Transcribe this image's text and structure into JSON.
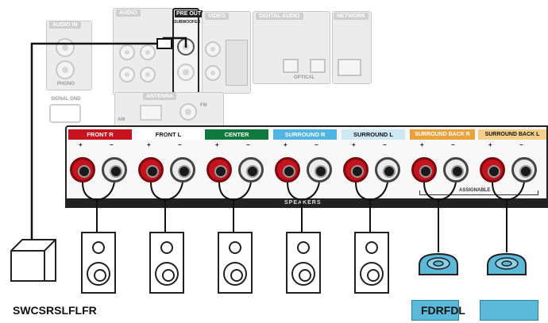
{
  "top_panel": {
    "audio_in_label": "AUDIO IN",
    "phono_label": "PHONO",
    "signal_gnd_label": "SIGNAL GND",
    "audio_header": "AUDIO",
    "preout_header": "PRE OUT",
    "subwoofer_label": "SUBWOOFER",
    "video_header": "VIDEO",
    "digital_audio_header": "DIGITAL AUDIO",
    "network_header": "NETWORK",
    "antenna_header": "ANTENNA",
    "optical_label": "OPTICAL",
    "am_label": "AM",
    "fm_label": "FM"
  },
  "speaker_terminals": {
    "channels": [
      {
        "label": "FRONT R",
        "color": "#c8121d",
        "text_color": "#ffffff"
      },
      {
        "label": "FRONT L",
        "color": "#ffffff",
        "text_color": "#111111"
      },
      {
        "label": "CENTER",
        "color": "#0f7a3e",
        "text_color": "#ffffff"
      },
      {
        "label": "SURROUND R",
        "color": "#4fb5e3",
        "text_color": "#ffffff"
      },
      {
        "label": "SURROUND L",
        "color": "#cfe8f5",
        "text_color": "#111111"
      },
      {
        "label": "SURROUND BACK R",
        "color": "#e9a33a",
        "text_color": "#ffffff"
      },
      {
        "label": "SURROUND BACK L",
        "color": "#f4cf8a",
        "text_color": "#111111"
      }
    ],
    "plus_sign": "+",
    "minus_sign": "−",
    "assignable_label": "ASSIGNABLE",
    "speakers_label": "SPEAKERS"
  },
  "bottom_labels": {
    "left_group": "SWCSRSLFLFR",
    "right_group": "FDRFDL"
  },
  "colors": {
    "terminal_strip": "#222222",
    "height_speaker": "#5bb9d9",
    "label_highlight": "#5bb9d9"
  }
}
